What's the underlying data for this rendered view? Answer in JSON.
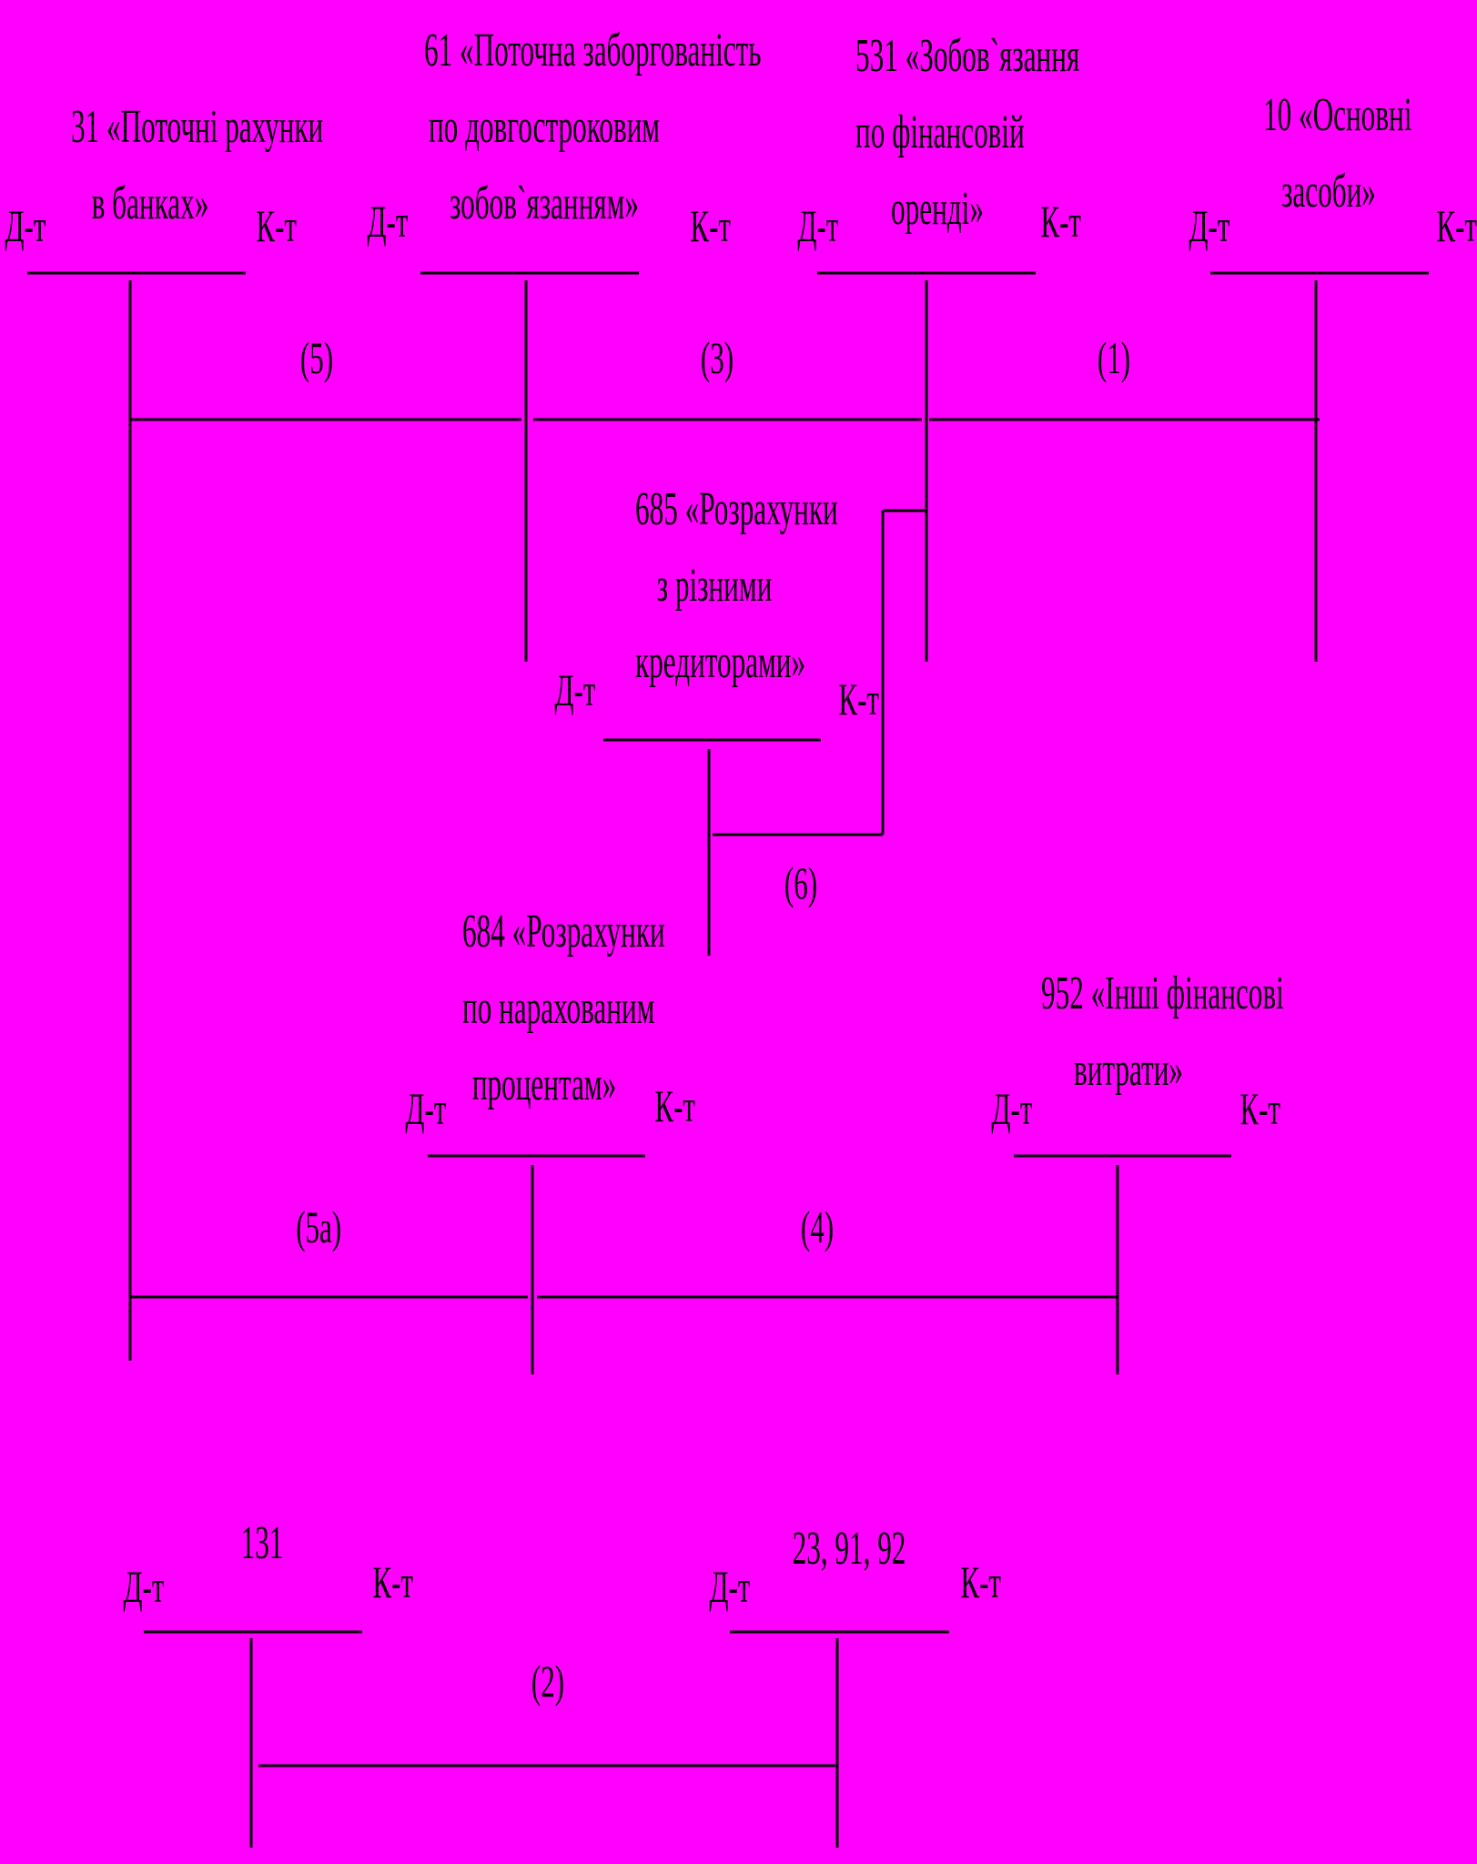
{
  "debit_label": "Д-т",
  "credit_label": "К-т",
  "accounts": {
    "a31": {
      "lines": [
        "31 «Поточні рахунки",
        "в банках»"
      ]
    },
    "a61": {
      "lines": [
        "61 «Поточна заборгованість",
        "по довгостроковим",
        "зобов`язанням»"
      ]
    },
    "a531": {
      "lines": [
        "531 «Зобов`язання",
        "по фінансовій",
        "оренді»"
      ]
    },
    "a10": {
      "lines": [
        "10 «Основні",
        "засоби»"
      ]
    },
    "a685": {
      "lines": [
        "685 «Розрахунки",
        "з різними",
        "кредиторами»"
      ]
    },
    "a684": {
      "lines": [
        "684 «Розрахунки",
        "по нарахованим",
        "процентам»"
      ]
    },
    "a952": {
      "lines": [
        "952 «Інші фінансові",
        "витрати»"
      ]
    },
    "a131": {
      "lines": [
        "131"
      ]
    },
    "a23": {
      "lines": [
        "23, 91, 92"
      ]
    }
  },
  "operations": {
    "op1": "(1)",
    "op2": "(2)",
    "op3": "(3)",
    "op4": "(4)",
    "op5": "(5)",
    "op5a": "(5а)",
    "op6": "(6)"
  }
}
